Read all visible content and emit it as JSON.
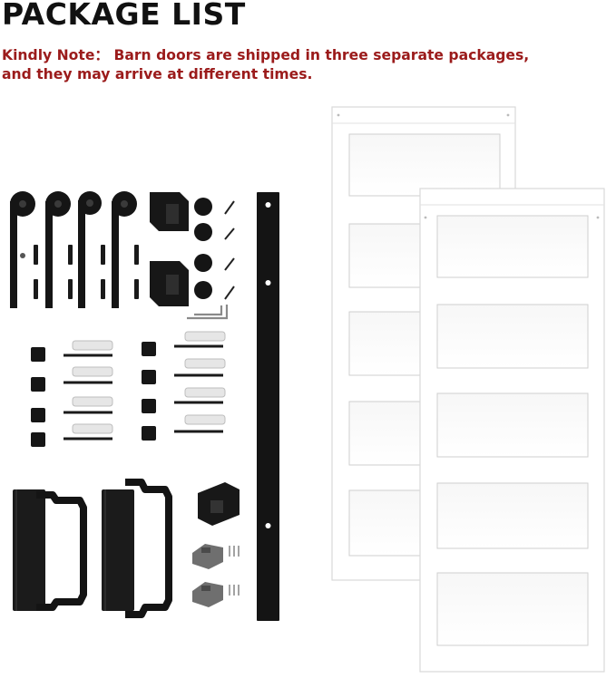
{
  "heading": {
    "title": "PACKAGE LIST"
  },
  "note": {
    "line1": "Kindly Note： Barn doors are shipped in three separate packages,",
    "line2": "and they may arrive at different times."
  },
  "colors": {
    "note_text": "#9b1b1b",
    "hardware": "#111111",
    "door_panel": "#ffffff"
  },
  "icons": {
    "doors": "barn-door-pair",
    "rollers": "roller-hanger",
    "track": "flat-track-rail",
    "handles": "pull-handle",
    "guide": "floor-guide"
  }
}
